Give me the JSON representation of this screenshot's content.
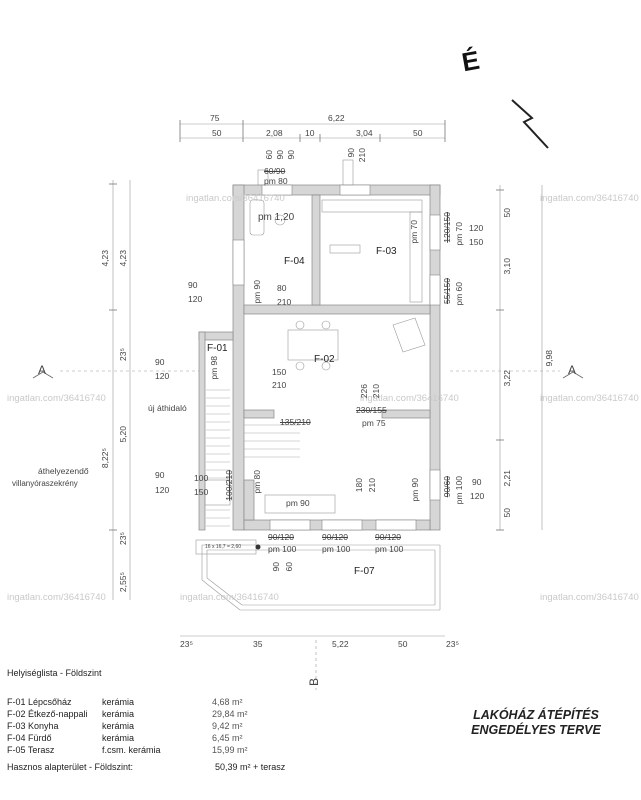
{
  "north_label": "É",
  "watermark": "ingatlan.com/36416740",
  "section_a": "A",
  "section_b": "B",
  "dims_top": [
    "75",
    "6,22",
    "50",
    "2,08",
    "10",
    "3,04",
    "50"
  ],
  "dims_bottom": [
    "23⁵",
    "35",
    "5,22",
    "50",
    "23⁵"
  ],
  "dims_left": [
    "4,23",
    "4,23",
    "23⁵",
    "5,20",
    "8,22⁵",
    "23⁵",
    "2,55⁵"
  ],
  "dims_right": [
    "50",
    "3,10",
    "9,98",
    "3,22",
    "2,21",
    "50"
  ],
  "openings": {
    "o1": "60",
    "o2": "90",
    "o3": "90",
    "o4": "210",
    "o5": "60/90",
    "o6": "pm 80",
    "o7": "pm 1,20",
    "o8": "pm 70",
    "o9": "120/150",
    "o10": "pm 70",
    "o11": "120",
    "o12": "150",
    "o13": "90",
    "o14": "120",
    "o15": "pm 90",
    "o16": "80",
    "o17": "210",
    "o18": "55/150",
    "o19": "pm 60",
    "o20": "90",
    "o21": "120",
    "o22": "pm 98",
    "o23": "150",
    "o24": "210",
    "o25": "226",
    "o26": "210",
    "o27": "135/210",
    "o28": "230/155",
    "o29": "pm 75",
    "o30": "90",
    "o31": "120",
    "o32": "100",
    "o33": "150",
    "o34": "100/210",
    "o35": "pm 80",
    "o36": "180",
    "o37": "210",
    "o38": "pm 90",
    "o39": "pm 90",
    "o40": "90/60",
    "o41": "pm 100",
    "o42": "90",
    "o43": "120",
    "o44": "90/120",
    "o45": "pm 100",
    "o46": "90/120",
    "o47": "pm 100",
    "o48": "90/120",
    "o49": "pm 100",
    "o50": "90",
    "o51": "60",
    "o52": "16 x 16,7 = 2,60"
  },
  "annotations": {
    "uj_athidalo": "új áthidaló",
    "athelyezendo": "áthelyezendő",
    "villanyora": "villanyóraszekrény"
  },
  "rooms": {
    "f01": "F-01",
    "f02": "F-02",
    "f03": "F-03",
    "f04": "F-04",
    "f07": "F-07"
  },
  "legend": {
    "heading": "Helyiséglista - Földszint",
    "rows": [
      {
        "code": "F-01 Lépcsőház",
        "finish": "kerámia",
        "area": "4,68 m²"
      },
      {
        "code": "F-02 Étkező-nappali",
        "finish": "kerámia",
        "area": "29,84 m²"
      },
      {
        "code": "F-03 Konyha",
        "finish": "kerámia",
        "area": "9,42 m²"
      },
      {
        "code": "F-04 Fürdő",
        "finish": "kerámia",
        "area": "6,45 m²"
      },
      {
        "code": "F-05 Terasz",
        "finish": "f.csm. kerámia",
        "area": "15,99 m²"
      }
    ],
    "total_label": "Hasznos alapterület - Földszint:",
    "total_value": "50,39 m² + terasz"
  },
  "title": {
    "line1": "LAKÓHÁZ ÁTÉPÍTÉS",
    "line2": "ENGEDÉLYES TERVE"
  }
}
